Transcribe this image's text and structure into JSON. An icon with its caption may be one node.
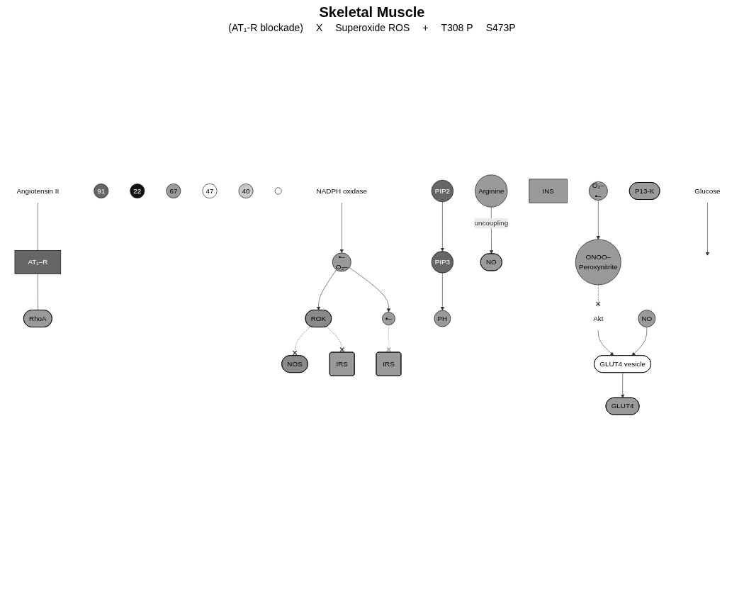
{
  "diagram": {
    "title": "Skeletal Muscle",
    "nodes": [
      {
        "text": [
          "Angiotensin II"
        ]
      },
      {
        "text": [
          "AT₁–R"
        ]
      },
      {
        "text": [
          "RhoA"
        ]
      },
      {
        "text": [
          "ROK"
        ]
      },
      {
        "text": [
          "91"
        ]
      },
      {
        "text": [
          "22"
        ]
      },
      {
        "text": [
          "67"
        ]
      },
      {
        "text": [
          "47"
        ]
      },
      {
        "text": [
          "40"
        ]
      },
      {
        "text": [],
        "shape": "circle"
      },
      {
        "text": [
          "NADPH oxidase"
        ]
      },
      {
        "text": [
          "•–",
          "O₂–"
        ]
      },
      {
        "text": [
          "•–"
        ]
      },
      {
        "text": [
          "O₂–",
          "•–"
        ]
      },
      {
        "text": [
          "ONOO–",
          "Peroxynitrite"
        ]
      },
      {
        "text": [
          "NOS"
        ]
      },
      {
        "text": [
          "NO"
        ]
      },
      {
        "text": [
          "Arginine"
        ]
      },
      {
        "text": [
          "INS"
        ]
      },
      {
        "text": [
          "IRS"
        ]
      },
      {
        "text": [
          "IRS"
        ]
      },
      {
        "text": [
          "PIP2"
        ]
      },
      {
        "text": [
          "PIP3"
        ]
      },
      {
        "text": [
          "P13-K"
        ]
      },
      {
        "text": [
          "PH"
        ]
      },
      {
        "text": [
          "Akt"
        ]
      },
      {
        "text": [
          "Glucose"
        ]
      },
      {
        "text": [
          "GLUT4"
        ]
      },
      {
        "text": [
          "GLUT4 vesicle"
        ]
      },
      {
        "text": [
          "NO"
        ]
      }
    ],
    "edges": [
      {
        "from": 0,
        "to": 1,
        "arrow": "none"
      },
      {
        "from": 1,
        "to": 2,
        "arrow": "none"
      },
      {
        "from": 10,
        "to": 11,
        "arrow": "to"
      },
      {
        "from": 11,
        "to": 3,
        "arrow": "to"
      },
      {
        "from": 11,
        "to": 12,
        "arrow": "to"
      },
      {
        "from": 3,
        "to": 19,
        "arrow": "other",
        "style": "dashed"
      },
      {
        "from": 12,
        "to": 20,
        "arrow": "other",
        "style": "dashed",
        "color": "#999999"
      },
      {
        "from": 3,
        "to": 15,
        "arrow": "other",
        "style": "dashed"
      },
      {
        "from": 13,
        "to": 14,
        "arrow": "to"
      },
      {
        "from": 14,
        "to": 25,
        "arrow": "other",
        "style": "dashed"
      },
      {
        "from": 17,
        "to": 16,
        "arrow": "to",
        "label": "uncoupling"
      },
      {
        "from": 21,
        "to": 22,
        "arrow": "to"
      },
      {
        "from": 22,
        "to": 24,
        "arrow": "to"
      },
      {
        "from": 26,
        "to": null,
        "arrow": "to"
      },
      {
        "from": 25,
        "to": 28,
        "arrow": "to"
      },
      {
        "from": 29,
        "to": 28,
        "arrow": "to"
      },
      {
        "from": 28,
        "to": 27,
        "arrow": "to"
      }
    ],
    "labels": [
      "(AT₁-R blockade)",
      "X",
      "Superoxide ROS",
      "+",
      "T308 P",
      "S473P"
    ]
  }
}
